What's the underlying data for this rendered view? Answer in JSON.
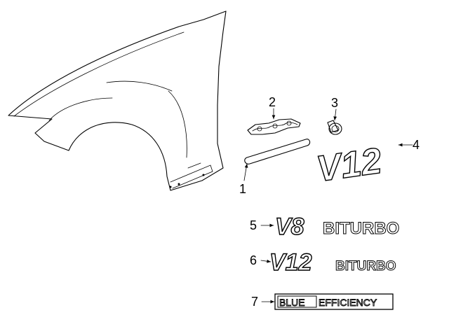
{
  "callouts": {
    "c1": "1",
    "c2": "2",
    "c3": "3",
    "c4": "4",
    "c5": "5",
    "c6": "6",
    "c7": "7"
  },
  "emblems": {
    "v8_model": "V8",
    "v8_word": "BITURBO",
    "v12_model": "V12",
    "v12_word": "BITURBO",
    "v12_side": "V12",
    "plate_left": "BLUE",
    "plate_right": "EFFICIENCY"
  }
}
